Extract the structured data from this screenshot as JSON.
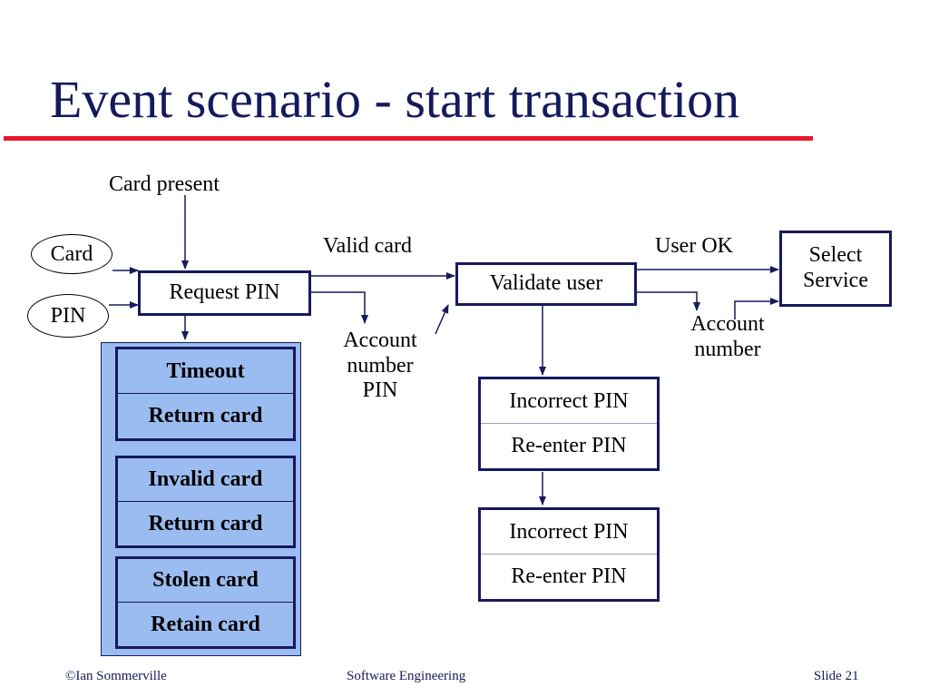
{
  "slide": {
    "title": "Event scenario - start transaction",
    "footer_left": "©Ian Sommerville",
    "footer_center": "Software Engineering",
    "footer_right": "Slide  21"
  },
  "diagram": {
    "inputs": {
      "card": "Card",
      "pin": "PIN"
    },
    "card_present": "Card present",
    "request_pin": "Request PIN",
    "valid_card": "Valid card",
    "validate_user": "Validate user",
    "user_ok": "User OK",
    "select_service": [
      "Select",
      "Service"
    ],
    "account_number_pin": [
      "Account",
      "number",
      "PIN"
    ],
    "account_number": [
      "Account",
      "number"
    ],
    "exceptions": [
      {
        "event": "Timeout",
        "action": "Return card"
      },
      {
        "event": "Invalid card",
        "action": "Return card"
      },
      {
        "event": "Stolen card",
        "action": "Retain card"
      }
    ],
    "pin_errors": [
      {
        "event": "Incorrect PIN",
        "action": "Re-enter PIN"
      },
      {
        "event": "Incorrect PIN",
        "action": "Re-enter PIN"
      }
    ],
    "colors": {
      "title": "#16195c",
      "rule": "#e8182c",
      "panel": "#9bbcf0",
      "box_border": "#16195c"
    }
  }
}
